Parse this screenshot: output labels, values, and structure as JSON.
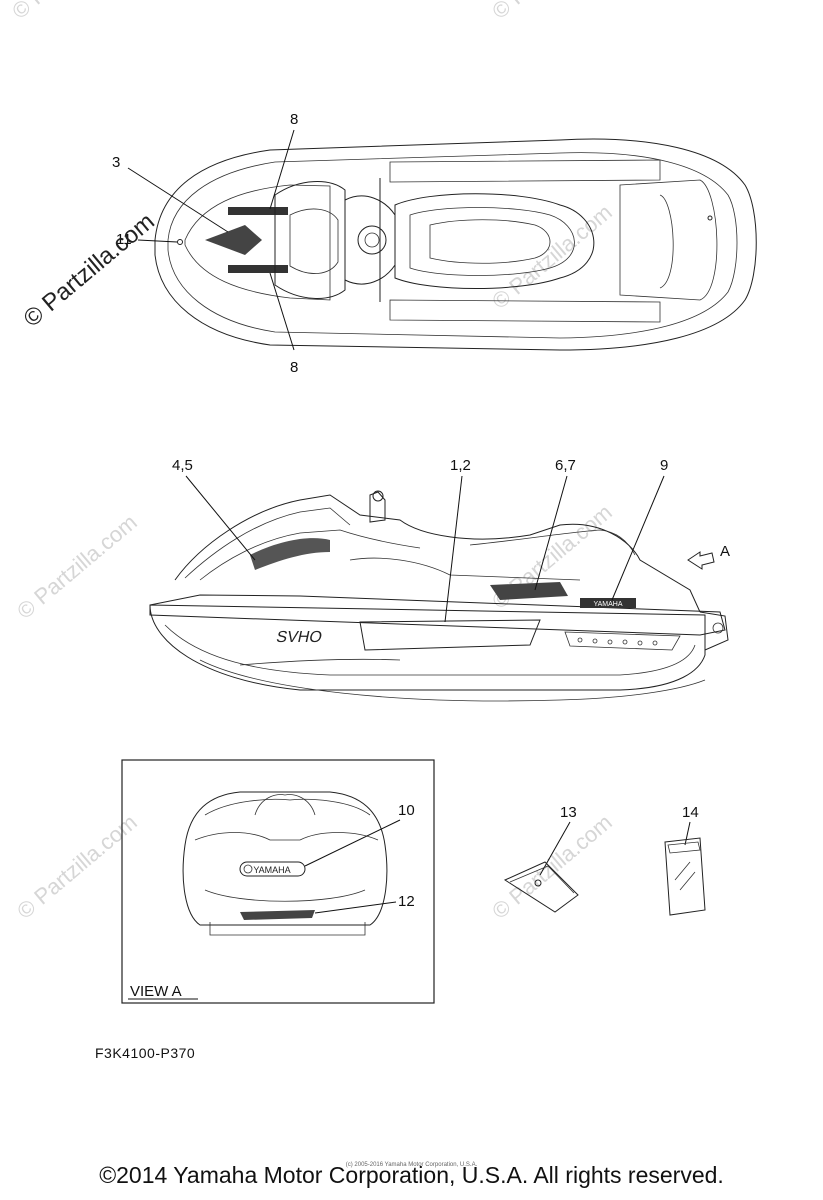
{
  "watermarks": {
    "main": "© Partzilla.com",
    "ghost": "© Partzilla.com"
  },
  "callouts": {
    "c8_top": "8",
    "c3": "3",
    "c11": "11",
    "c8_bottom": "8",
    "c45": "4,5",
    "c12a": "1,2",
    "c67": "6,7",
    "c9": "9",
    "cA": "A",
    "c10": "10",
    "c12": "12",
    "c13": "13",
    "c14": "14"
  },
  "view_label": "VIEW A",
  "diagram_code": "F3K4100-P370",
  "footer": "©2014 Yamaha Motor Corporation, U.S.A. All rights reserved.",
  "footer_small": "(c) 2005-2016 Yamaha Motor Corporation, U.S.A.",
  "decal_texts": {
    "yamaha": "YAMAHA",
    "svho": "SVHO"
  }
}
